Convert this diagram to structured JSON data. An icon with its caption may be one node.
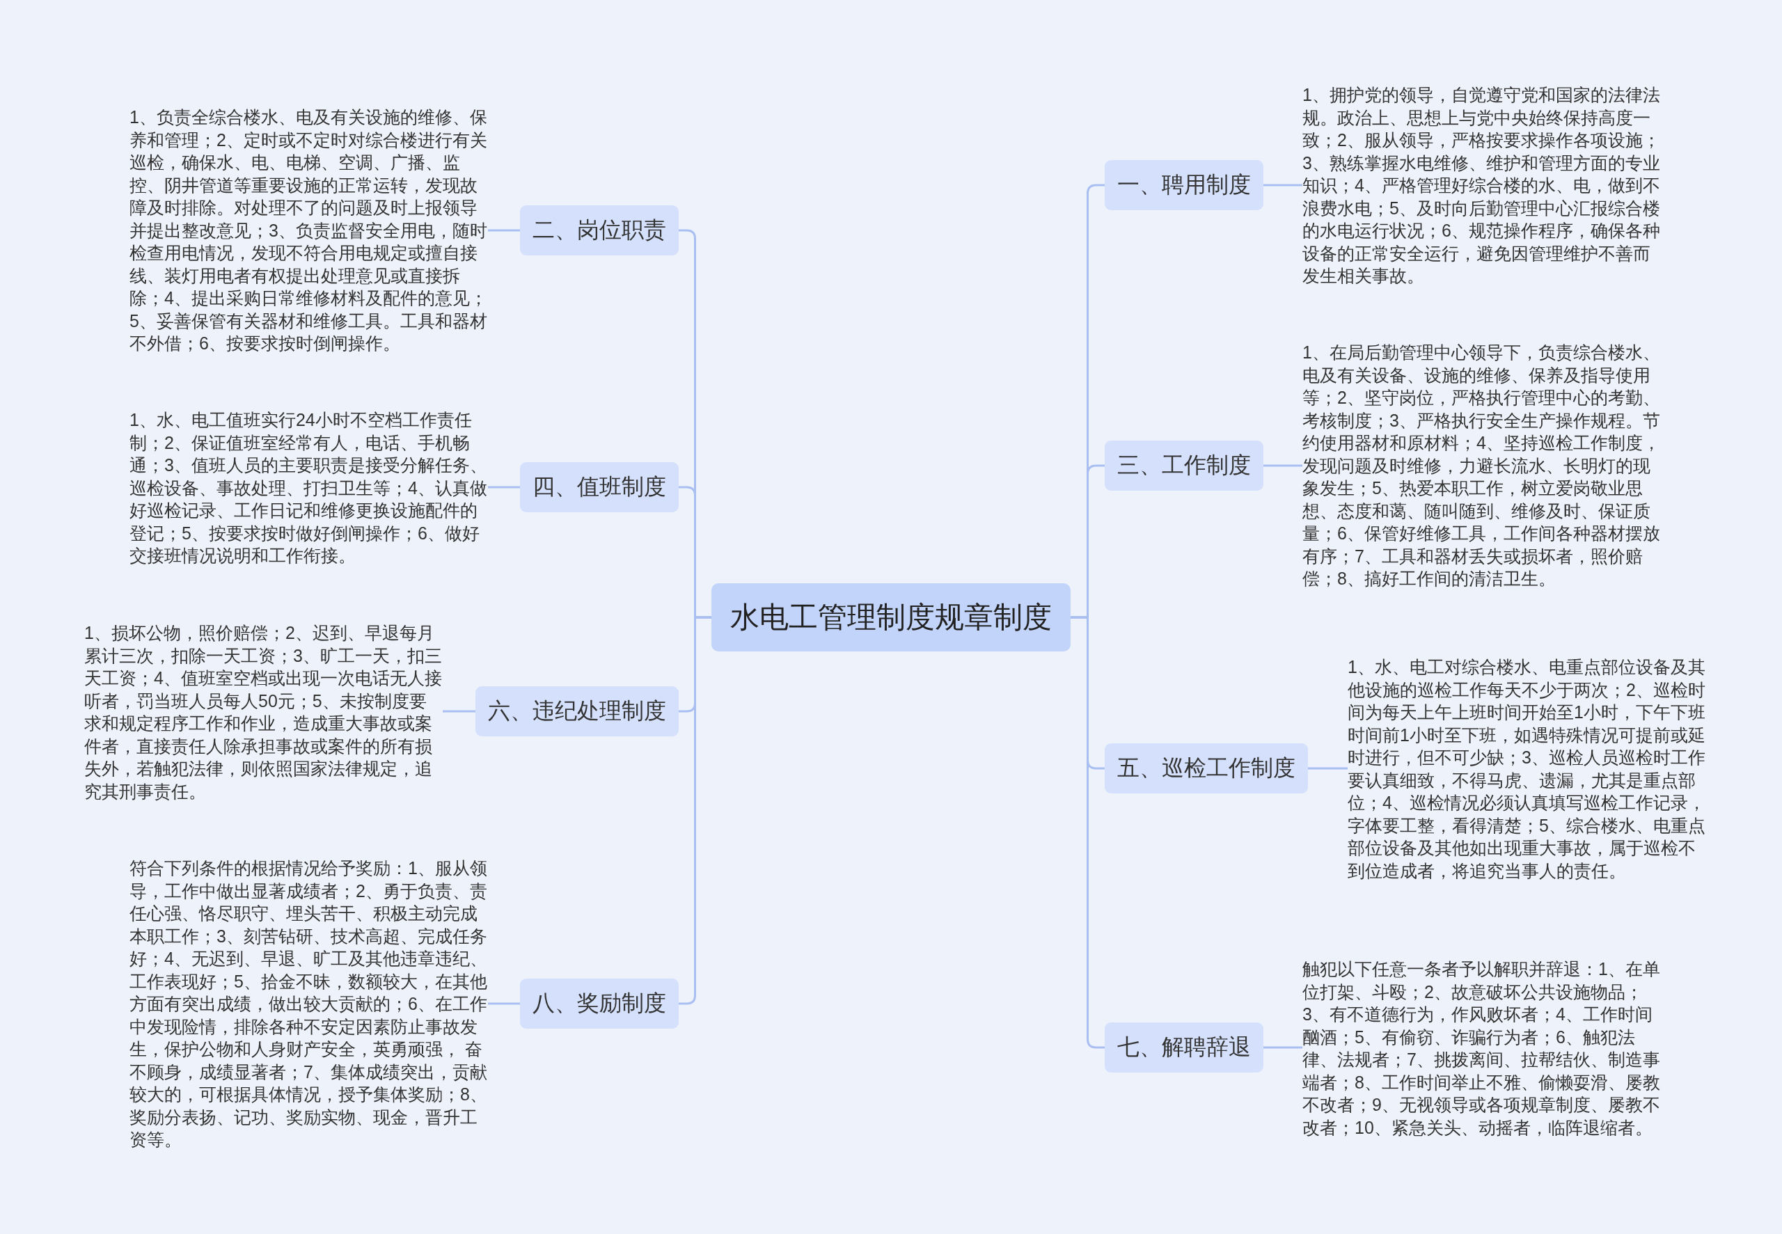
{
  "diagram": {
    "nodes": [
      {
        "text": [
          "水电工管理制度规章制度"
        ]
      },
      {
        "text": [
          "一、聘用制度"
        ]
      },
      {
        "text": [
          "1、拥护党的领导，自觉遵守党和国家的法律法规。政治上、思想上与党中央始终保持高度一致；2、服从领导，严格按要求操作各项设施；3、熟练掌握水电维修、维护和管理方面的专业知识；4、严格管理好综合楼的水、电，做到不浪费水电；5、及时向后勤管理中心汇报综合楼的水电运行状况；6、规范操作程序，确保各种设备的正常安全运行，避免因管理维护不善而发生相关事故。"
        ]
      },
      {
        "text": [
          "二、岗位职责"
        ]
      },
      {
        "text": [
          "1、负责全综合楼水、电及有关设施的维修、保养和管理；2、定时或不定时对综合楼进行有关巡检，确保水、电、电梯、空调、广播、监控、阴井管道等重要设施的正常运转，发现故障及时排除。对处理不了的问题及时上报领导并提出整改意见；3、负责监督安全用电，随时检查用电情况，发现不符合用电规定或擅自接线、装灯用电者有权提出处理意见或直接拆除；4、提出采购日常维修材料及配件的意见；5、妥善保管有关器材和维修工具。工具和器材不外借；6、按要求按时倒闸操作。"
        ]
      },
      {
        "text": [
          "三、工作制度"
        ]
      },
      {
        "text": [
          "1、在局后勤管理中心领导下，负责综合楼水、电及有关设备、设施的维修、保养及指导使用等；2、坚守岗位，严格执行管理中心的考勤、考核制度；3、严格执行安全生产操作规程。节约使用器材和原材料；4、坚持巡检工作制度，发现问题及时维修，力避长流水、长明灯的现象发生；5、热爱本职工作，树立爱岗敬业思想、态度和蔼、随叫随到、维修及时、保证质量；6、保管好维修工具，工作间各种器材摆放有序；7、工具和器材丢失或损坏者，照价赔偿；8、搞好工作间的清洁卫生。"
        ]
      },
      {
        "text": [
          "四、值班制度"
        ]
      },
      {
        "text": [
          "1、水、电工值班实行24小时不空档工作责任制；2、保证值班室经常有人，电话、手机畅通；3、值班人员的主要职责是接受分解任务、巡检设备、事故处理、打扫卫生等；4、认真做好巡检记录、工作日记和维修更换设施配件的登记；5、按要求按时做好倒闸操作；6、做好交接班情况说明和工作衔接。"
        ]
      },
      {
        "text": [
          "五、巡检工作制度"
        ]
      },
      {
        "text": [
          "1、水、电工对综合楼水、电重点部位设备及其他设施的巡检工作每天不少于两次；2、巡检时间为每天上午上班时间开始至1小时，下午下班时间前1小时至下班，如遇特殊情况可提前或延时进行，但不可少缺；3、巡检人员巡检时工作要认真细致，不得马虎、遗漏，尤其是重点部位；4、巡检情况必须认真填写巡检工作记录，字体要工整，看得清楚；5、综合楼水、电重点部位设备及其他如出现重大事故，属于巡检不到位造成者，将追究当事人的责任。"
        ]
      },
      {
        "text": [
          "六、违纪处理制度"
        ]
      },
      {
        "text": [
          "1、损坏公物，照价赔偿；2、迟到、早退每月累计三次，扣除一天工资；3、旷工一天，扣三天工资；4、值班室空档或出现一次电话无人接听者，罚当班人员每人50元；5、未按制度要求和规定程序工作和作业，造成重大事故或案件者，直接责任人除承担事故或案件的所有损失外，若触犯法律，则依照国家法律规定，追究其刑事责任。"
        ]
      },
      {
        "text": [
          "七、解聘辞退"
        ]
      },
      {
        "text": [
          "触犯以下任意一条者予以解职并辞退：1、在单位打架、斗殴；2、故意破坏公共设施物品；3、有不道德行为，作风败坏者；4、工作时间酗酒；5、有偷窃、诈骗行为者；6、触犯法律、法规者；7、挑拨离间、拉帮结伙、制造事端者；8、工作时间举止不雅、偷懒耍滑、屡教不改者；9、无视领导或各项规章制度、屡教不改者；10、紧急关头、动摇者，临阵退缩者。"
        ]
      },
      {
        "text": [
          "八、奖励制度"
        ]
      },
      {
        "text": [
          "符合下列条件的根据情况给予奖励：1、服从领导，工作中做出显著成绩者；2、勇于负责、责任心强、恪尽职守、埋头苦干、积极主动完成本职工作；3、刻苦钻研、技术高超、完成任务好；4、无迟到、早退、旷工及其他违章违纪、工作表现好；5、拾金不昧，数额较大，在其他方面有突出成绩，做出较大贡献的；6、在工作中发现险情，排除各种不安定因素防止事故发生，保护公物和人身财产安全，英勇顽强， 奋不顾身，成绩显著者；7、集体成绩突出，贡献较大的，可根据具体情况，授予集体奖励；8、奖励分表扬、记功、奖励实物、现金，晋升工资等。"
        ]
      }
    ],
    "edges": [
      {
        "from": 0,
        "to": 1,
        "arrow": "none"
      },
      {
        "from": 1,
        "to": 2,
        "arrow": "none"
      },
      {
        "from": 0,
        "to": 3,
        "arrow": "none"
      },
      {
        "from": 3,
        "to": 4,
        "arrow": "none"
      },
      {
        "from": 0,
        "to": 5,
        "arrow": "none"
      },
      {
        "from": 5,
        "to": 6,
        "arrow": "none"
      },
      {
        "from": 0,
        "to": 7,
        "arrow": "none"
      },
      {
        "from": 7,
        "to": 8,
        "arrow": "none"
      },
      {
        "from": 0,
        "to": 9,
        "arrow": "none"
      },
      {
        "from": 9,
        "to": 10,
        "arrow": "none"
      },
      {
        "from": 0,
        "to": 11,
        "arrow": "none"
      },
      {
        "from": 11,
        "to": 12,
        "arrow": "none"
      },
      {
        "from": 0,
        "to": 13,
        "arrow": "none"
      },
      {
        "from": 13,
        "to": 14,
        "arrow": "none"
      },
      {
        "from": 0,
        "to": 15,
        "arrow": "none"
      },
      {
        "from": 15,
        "to": 16,
        "arrow": "none"
      }
    ]
  }
}
